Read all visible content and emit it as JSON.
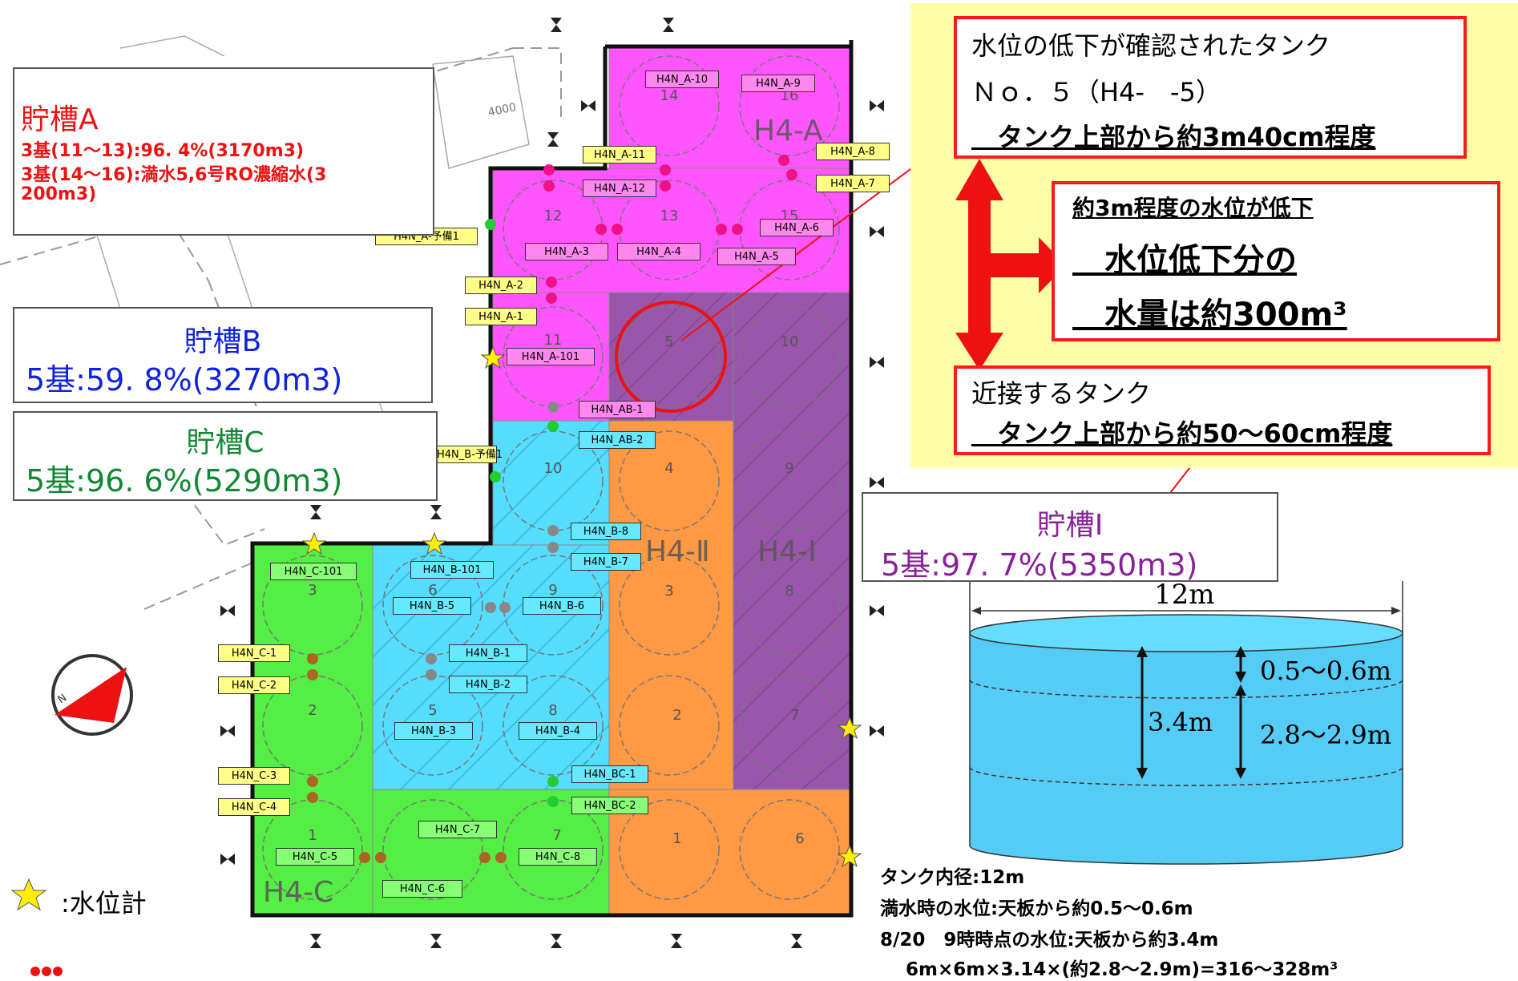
{
  "storage": {
    "a": {
      "title": "貯槽A",
      "line1": "3基(11～13):96. 4%(3170m3)",
      "line2": "3基(14～16):満水5,6号RO濃縮水(3",
      "line3": "200m3)"
    },
    "b": {
      "title": "貯槽B",
      "value": "5基:59. 8%(3270m3)"
    },
    "c": {
      "title": "貯槽C",
      "value": "5基:96. 6%(5290m3)"
    },
    "i": {
      "title": "貯槽Ⅰ",
      "value": "5基:97. 7%(5350m3)"
    }
  },
  "callouts": {
    "confirmed": {
      "line1": "水位の低下が確認されたタンク",
      "line2": "Ｎｏ．５（H4-　-5）",
      "line3": "　タンク上部から約3m40cm程度"
    },
    "drop": {
      "line1": "約3m程度の水位が低下",
      "line2": "　水位低下分の",
      "line3": "　水量は約300m³"
    },
    "adjacent": {
      "line1": "近接するタンク",
      "line2": "　タンク上部から約50～60cm程度"
    }
  },
  "tank_diagram": {
    "width": "12m",
    "top_gap": "0.5～0.6m",
    "depth": "3.4m",
    "lower": "2.8～2.9m"
  },
  "notes": {
    "line1": "タンク内径:12m",
    "line2": "満水時の水位:天板から約0.5～0.6m",
    "line3": "8/20　9時時点の水位:天板から約3.4m",
    "line4": "6m×6m×3.14×(約2.8～2.9m)=316～328m³"
  },
  "legend": {
    "label": ":水位計"
  },
  "map": {
    "area_labels": [
      "H4-A",
      "H4-Ⅱ",
      "H4-Ⅰ",
      "H4-C"
    ],
    "faint_text": [
      "4000"
    ],
    "tank_numbers": [
      "14",
      "16",
      "12",
      "13",
      "15",
      "11",
      "10",
      "5",
      "10",
      "4",
      "9",
      "3",
      "8",
      "2",
      "7",
      "1",
      "6",
      "6",
      "9",
      "8",
      "5",
      "3",
      "2",
      "1",
      "7"
    ],
    "sensor_tags": [
      "H4N_A-10",
      "H4N_A-9",
      "H4N_A-11",
      "H4N_A-12",
      "H4N_A-8",
      "H4N_A-7",
      "H4N_A-6",
      "H4N_A-3",
      "H4N_A-4",
      "H4N_A-5",
      "H4N_A-2",
      "H4N_A-1",
      "H4N_A-101",
      "H4N_AB-1",
      "H4N_AB-2",
      "H4N_B-8",
      "H4N_B-7",
      "H4N_B-101",
      "H4N_B-5",
      "H4N_B-6",
      "H4N_B-1",
      "H4N_B-2",
      "H4N_B-3",
      "H4N_B-4",
      "H4N_BC-1",
      "H4N_BC-2",
      "H4N_C-101",
      "H4N_C-1",
      "H4N_C-2",
      "H4N_C-3",
      "H4N_C-4",
      "H4N_C-7",
      "H4N_C-5",
      "H4N_C-6",
      "H4N_C-8",
      "H4N_A-予備1",
      "H4N_B-予備1"
    ]
  },
  "colors": {
    "zone_a": "#ff55ff",
    "zone_b": "#55ddff",
    "zone_c": "#55ee44",
    "zone_ii": "#ff9944",
    "zone_i": "#9955aa",
    "callout_bg": "#ffffaa",
    "alert": "#ff1a1a"
  }
}
